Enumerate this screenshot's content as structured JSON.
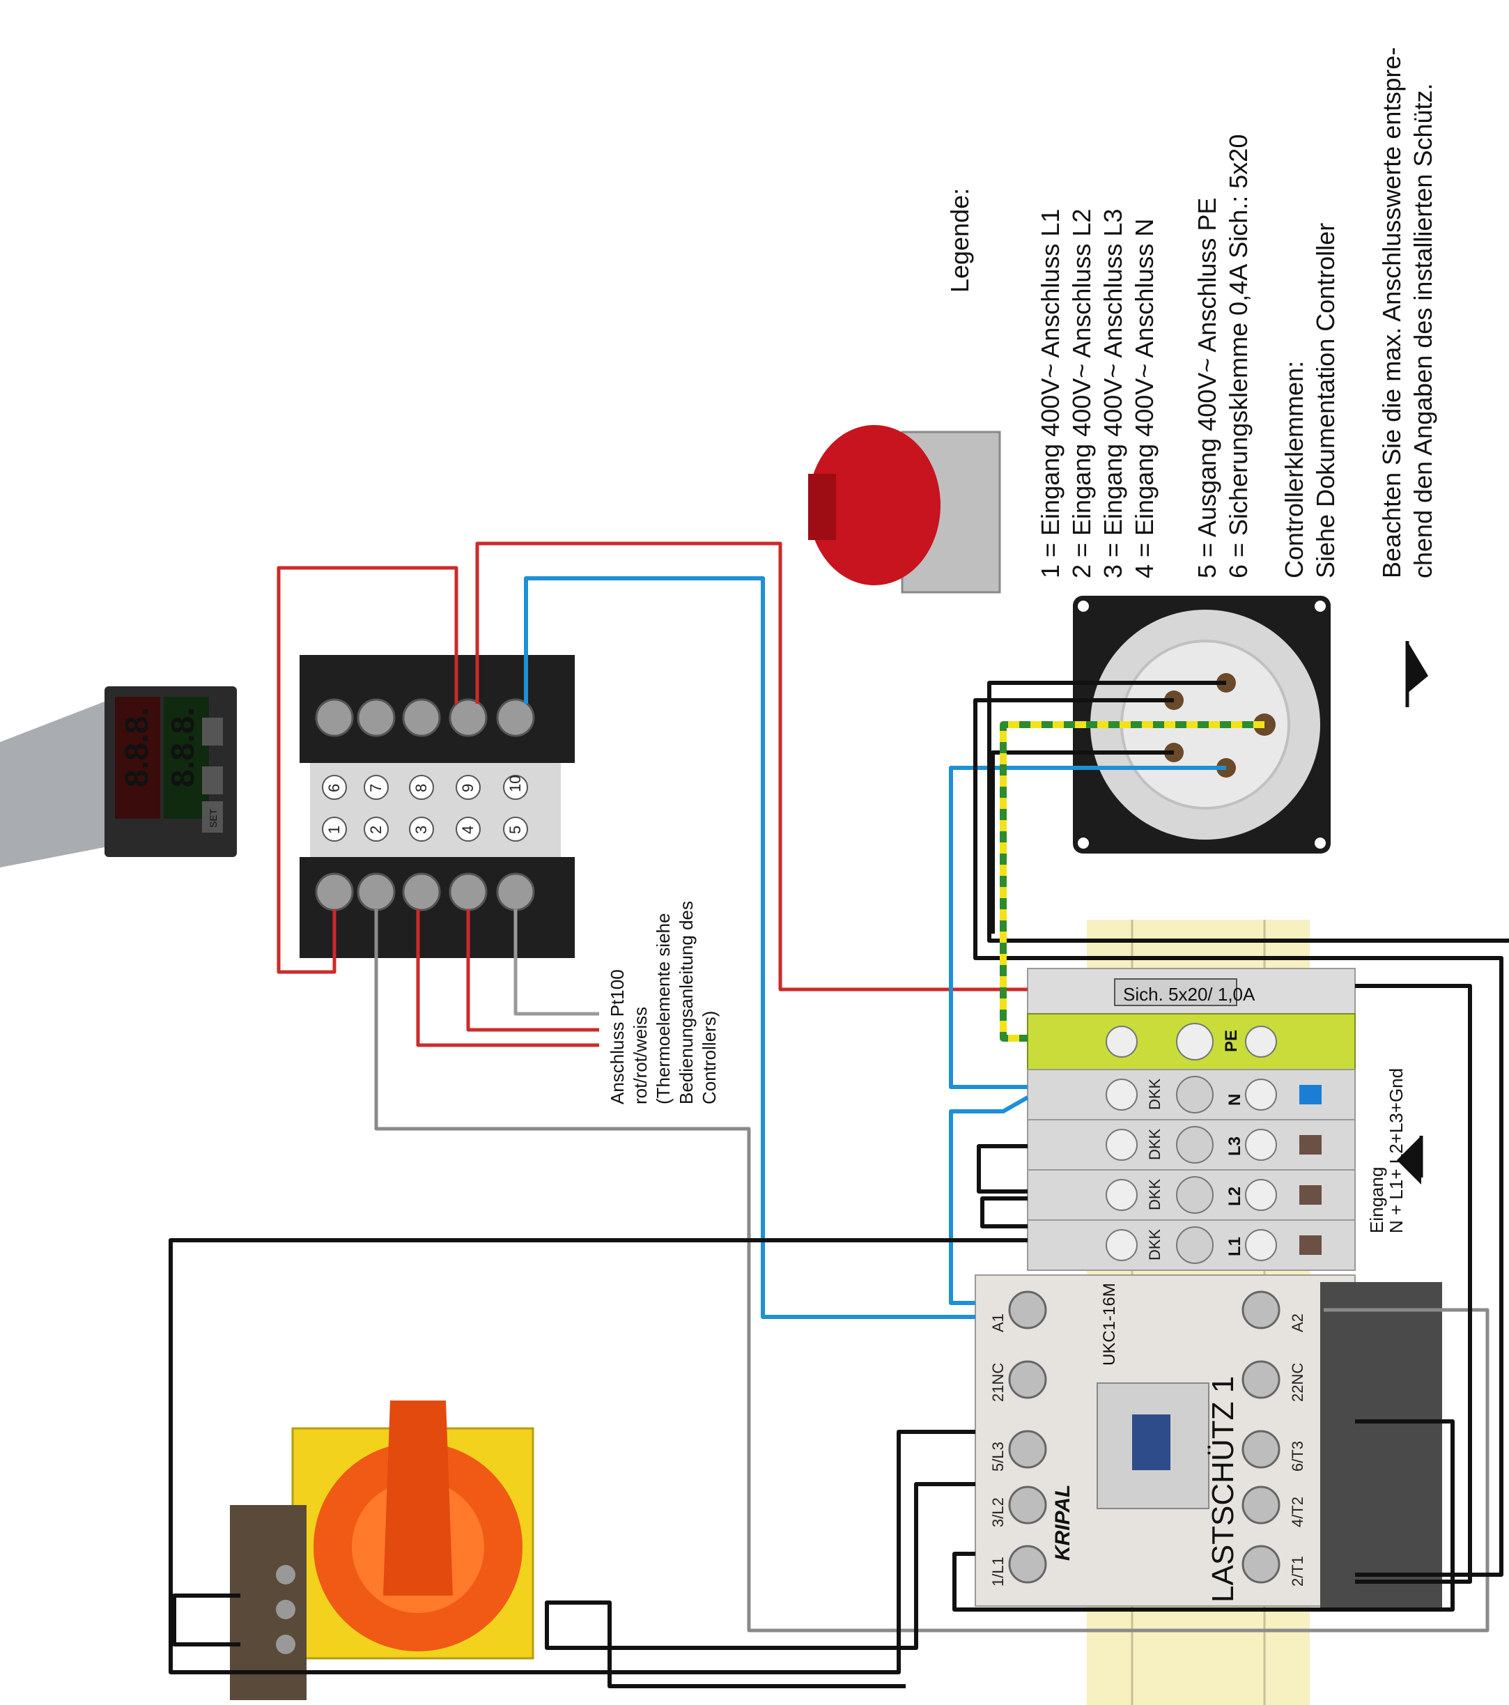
{
  "legend": {
    "title": "Legende:",
    "lines": [
      "1 = Eingang 400V~ Anschluss L1",
      "2 = Eingang 400V~ Anschluss L2",
      "3 = Eingang 400V~ Anschluss L3",
      "4 = Eingang 400V~ Anschluss  N",
      "5 = Ausgang 400V~  Anschluss PE",
      "6 = Sicherungsklemme 0,4A Sich.: 5x20",
      "Controllerklemmen:",
      "Siehe Dokumentation Controller",
      "Beachten Sie die max. Anschlusswerte entspre-",
      "chend den Angaben des  installierten Schütz."
    ]
  },
  "controller_note": [
    "Anschluss Pt100",
    "rot/rot/weiss",
    "(Thermoelemente siehe",
    "Bedienungsanleitung des",
    "Controllers)"
  ],
  "input_label": [
    "Eingang",
    "N + L1+ L2+L3+Gnd"
  ],
  "terminal_block": {
    "fuse_label": "Sich. 5x20/ 1,0A",
    "pe_label": "PE",
    "rows": [
      {
        "dkk": "DKK",
        "phase": "N",
        "color": "#1a7fd4"
      },
      {
        "dkk": "DKK",
        "phase": "L3",
        "color": "#6b5044"
      },
      {
        "dkk": "DKK",
        "phase": "L2",
        "color": "#6b5044"
      },
      {
        "dkk": "DKK",
        "phase": "L1",
        "color": "#6b5044"
      }
    ]
  },
  "contactor": {
    "brand": "KRIPAL",
    "model": "UKC1-16M",
    "name": "LASTSCHÜTZ 1",
    "left_terminals": [
      "A1",
      "21NC",
      "5/L3",
      "3/L2",
      "1/L1"
    ],
    "right_terminals": [
      "A2",
      "22NC",
      "6/T3",
      "4/T2",
      "2/T1"
    ]
  },
  "relay_base": {
    "top_numbers": [
      "6",
      "7",
      "8",
      "9",
      "10"
    ],
    "bottom_numbers": [
      "1",
      "2",
      "3",
      "4",
      "5"
    ]
  },
  "controller_display": {
    "pv": "8.8.8.",
    "sv": "8.8.8.",
    "set_key": "SET"
  },
  "colors": {
    "wire_red": "#cc2a2a",
    "wire_blue": "#1e90d6",
    "wire_black": "#111111",
    "wire_grey": "#8a8a8a",
    "pe_green": "#2e8b2e",
    "pe_yellow": "#f2e21a"
  }
}
